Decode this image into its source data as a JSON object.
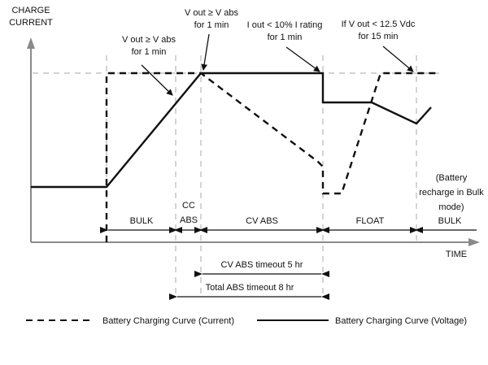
{
  "axes": {
    "y_label_line1": "CHARGE",
    "y_label_line2": "CURRENT",
    "x_label": "TIME"
  },
  "annotations": [
    {
      "line1": "V out ≥ V abs",
      "line2": "for 1 min"
    },
    {
      "line1": "V out ≥ V abs",
      "line2": "for 1 min"
    },
    {
      "line1": "I out < 10% I rating",
      "line2": "for 1 min"
    },
    {
      "line1": "If V out < 12.5 Vdc",
      "line2": "for 15 min"
    }
  ],
  "phases": {
    "bulk": "BULK",
    "cc_abs_line1": "CC",
    "cc_abs_line2": "ABS",
    "cv_abs": "CV ABS",
    "float": "FLOAT",
    "bulk2": "BULK"
  },
  "recharge_note": {
    "line1": "(Battery",
    "line2": "recharge in Bulk",
    "line3": "mode)"
  },
  "timeouts": {
    "cv_abs": "CV ABS timeout 5 hr",
    "total_abs": "Total ABS timeout 8 hr"
  },
  "legend": {
    "current": "Battery Charging Curve (Current)",
    "voltage": "Battery Charging Curve (Voltage)"
  },
  "colors": {
    "curve": "#111111",
    "grid": "#b8b8b8",
    "axis": "#8a8a8a"
  }
}
